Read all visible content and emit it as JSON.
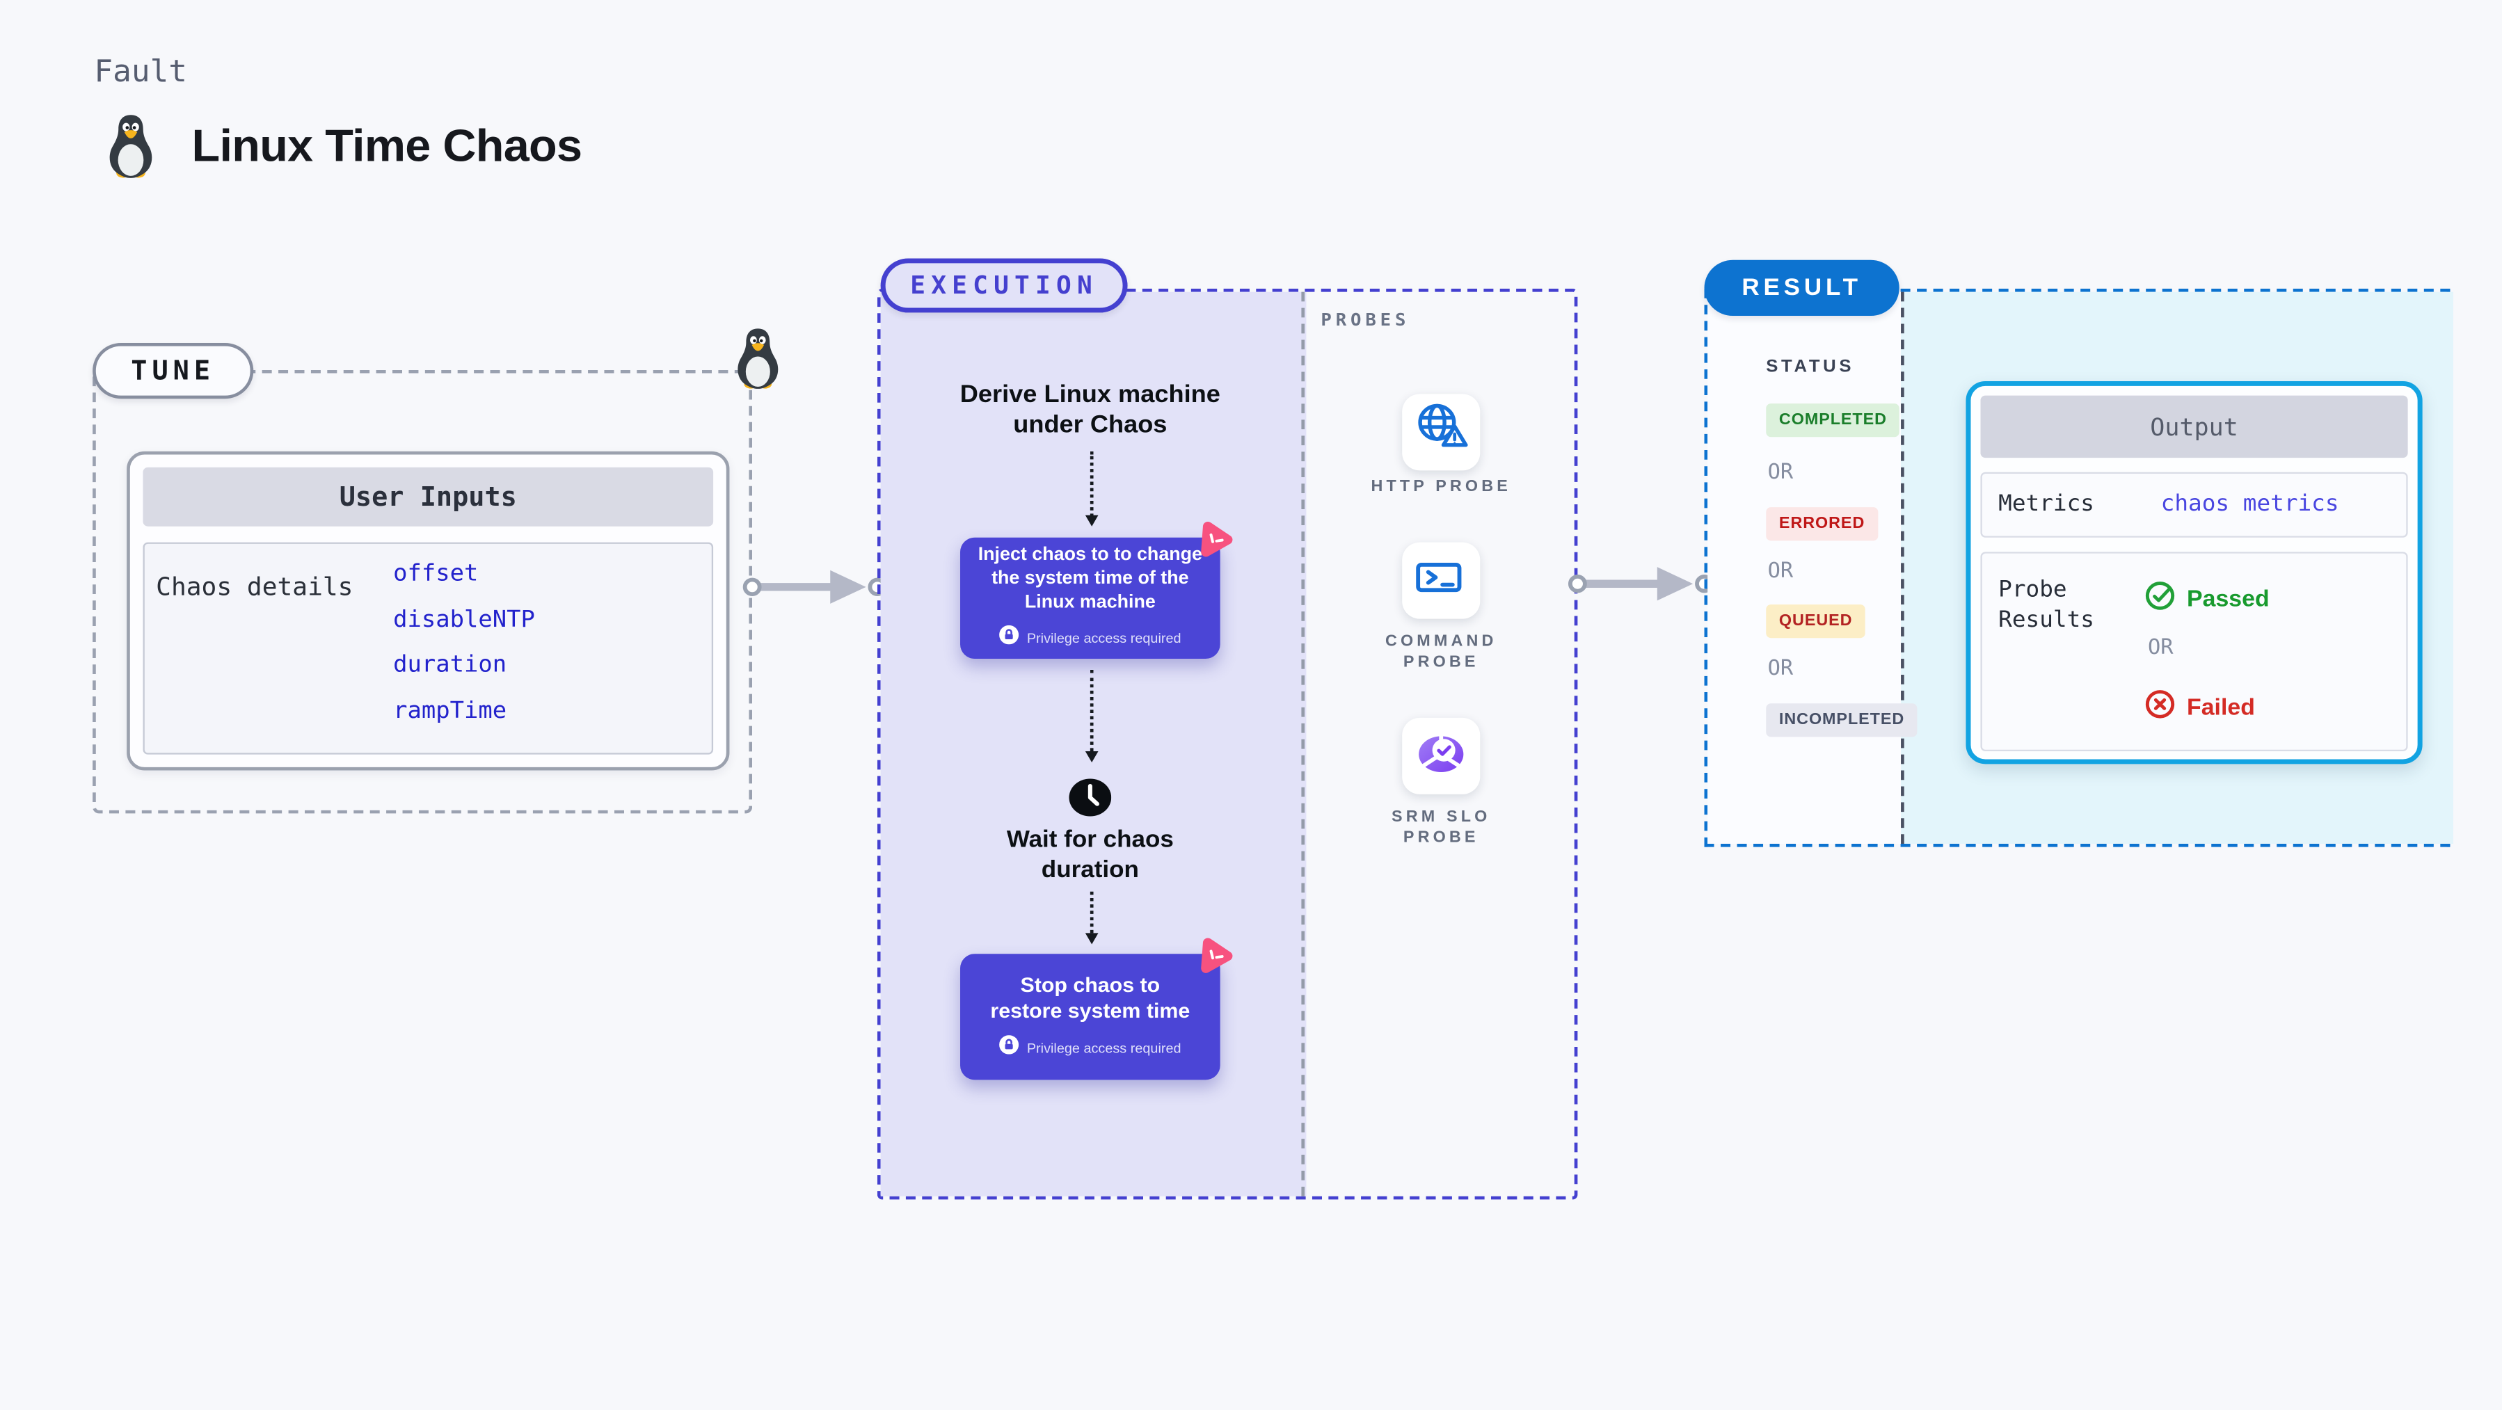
{
  "header": {
    "kicker": "Fault",
    "title": "Linux Time Chaos",
    "title_icon": "tux-penguin-icon"
  },
  "tune": {
    "label": "TUNE",
    "corner_icon": "tux-penguin-icon",
    "card_title": "User Inputs",
    "row_label": "Chaos details",
    "values": [
      "offset",
      "disableNTP",
      "duration",
      "rampTime"
    ]
  },
  "execution": {
    "label": "EXECUTION",
    "derive_text": "Derive Linux machine\nunder Chaos",
    "inject_text": "Inject chaos to to change\nthe system time of the\nLinux machine",
    "privilege_note": "Privilege access required",
    "wait_text": "Wait for chaos\nduration",
    "stop_text": "Stop chaos to\nrestore system time"
  },
  "probes": {
    "label": "PROBES",
    "items": [
      {
        "label": "HTTP PROBE",
        "icon": "globe-alert-icon"
      },
      {
        "label": "COMMAND\nPROBE",
        "icon": "terminal-icon"
      },
      {
        "label": "SRM SLO\nPROBE",
        "icon": "slo-donut-check-icon"
      }
    ]
  },
  "result": {
    "label": "RESULT",
    "status_heading": "STATUS",
    "or_separator": "OR",
    "statuses": [
      {
        "label": "COMPLETED",
        "fg": "#1b7e2b",
        "bg": "#dcf1dc"
      },
      {
        "label": "ERRORED",
        "fg": "#bf1717",
        "bg": "#fbe7e7"
      },
      {
        "label": "QUEUED",
        "fg": "#b32222",
        "bg": "#fceec6"
      },
      {
        "label": "INCOMPLETED",
        "fg": "#475066",
        "bg": "#e7e8f0"
      }
    ],
    "output": {
      "title": "Output",
      "metrics_label": "Metrics",
      "metrics_value": "chaos metrics",
      "probe_results_label": "Probe\nResults",
      "passed_label": "Passed",
      "failed_label": "Failed"
    }
  },
  "colors": {
    "page_bg": "#f7f8fb",
    "accent_indigo": "#4440d0",
    "node_purple": "#4b45d6",
    "lavender_fill": "#e2e2f8",
    "result_blue": "#0d73d0",
    "cyan_border": "#12a3e2",
    "cyan_bg": "#e3f5fb",
    "probe_blue": "#1770d8",
    "slo_purple": "#7b3df0",
    "sticker_pink": "#f7527f",
    "value_blue": "#2222cc",
    "passed_green": "#189a2e",
    "failed_red": "#d42b25"
  }
}
